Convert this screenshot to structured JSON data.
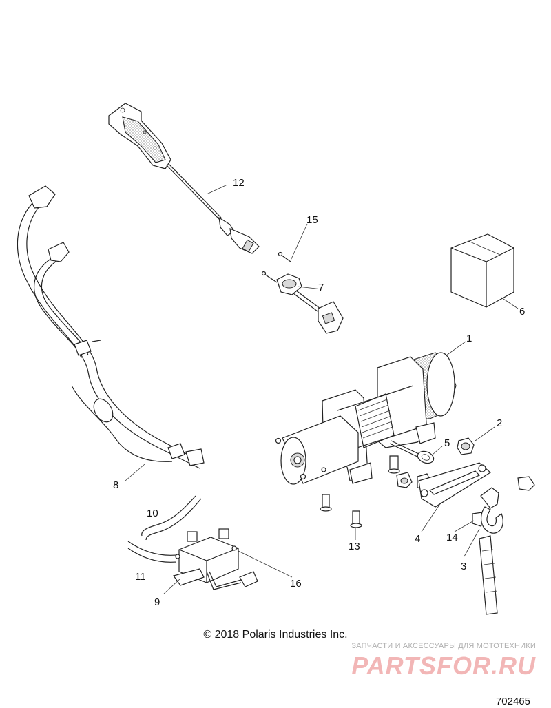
{
  "callouts": [
    {
      "id": "1",
      "label": "1"
    },
    {
      "id": "2",
      "label": "2"
    },
    {
      "id": "3",
      "label": "3"
    },
    {
      "id": "4",
      "label": "4"
    },
    {
      "id": "5",
      "label": "5"
    },
    {
      "id": "6",
      "label": "6"
    },
    {
      "id": "7",
      "label": "7"
    },
    {
      "id": "8",
      "label": "8"
    },
    {
      "id": "9",
      "label": "9"
    },
    {
      "id": "10",
      "label": "10"
    },
    {
      "id": "11",
      "label": "11"
    },
    {
      "id": "12",
      "label": "12"
    },
    {
      "id": "13",
      "label": "13"
    },
    {
      "id": "14",
      "label": "14"
    },
    {
      "id": "15",
      "label": "15"
    },
    {
      "id": "16",
      "label": "16"
    }
  ],
  "footer": {
    "copyright": "© 2018 Polaris Industries Inc.",
    "diagram_number": "702465"
  },
  "watermark": {
    "tagline": "ЗАПЧАСТИ И АКСЕССУАРЫ ДЛЯ МОТОТЕХНИКИ",
    "brand": "PARTSFOR.RU",
    "color": "#f2b6b6"
  }
}
